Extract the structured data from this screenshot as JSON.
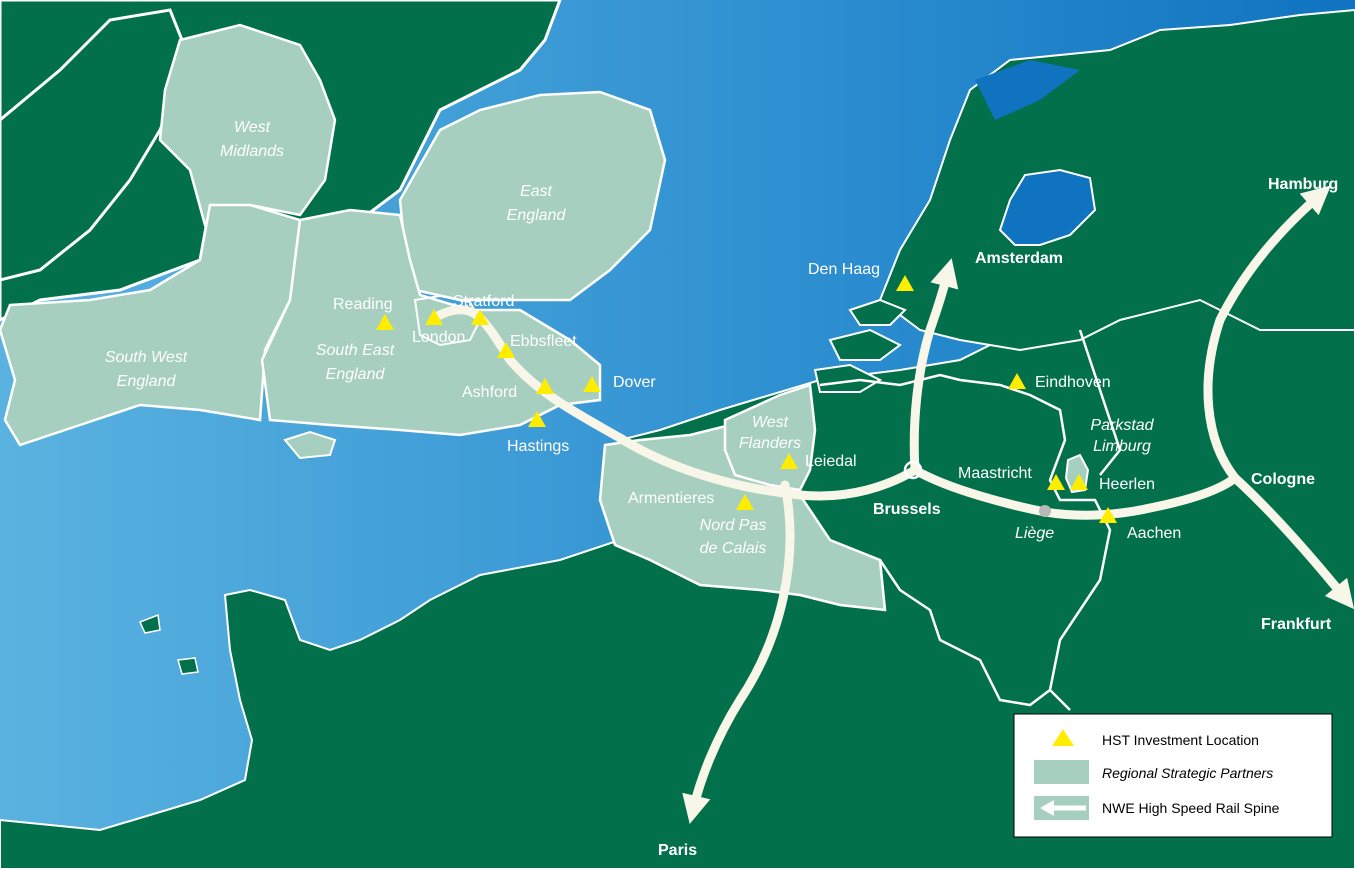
{
  "colors": {
    "land": "#02704a",
    "partner": "#a7cfbf",
    "border": "#ffffff",
    "spine": "#f8f6e8",
    "marker": "#ffed00",
    "sea_light": "#5ab2e0",
    "sea_dark": "#0f73c0"
  },
  "regions": {
    "west_midlands": "West\nMidlands",
    "east_england": "East\nEngland",
    "south_west_england": "South West\nEngland",
    "south_east_england": "South East\nEngland",
    "west_flanders": "West\nFlanders",
    "nord_pas_de_calais": "Nord Pas\nde Calais",
    "parkstad_limburg": "Parkstad\nLimburg"
  },
  "hst_locations": {
    "reading": "Reading",
    "london": "London",
    "stratford": "Stratford",
    "ebbsfleet": "Ebbsfleet",
    "ashford": "Ashford",
    "dover": "Dover",
    "hastings": "Hastings",
    "leiedal": "Leiedal",
    "armentieres": "Armentieres",
    "den_haag": "Den Haag",
    "eindhoven": "Eindhoven",
    "maastricht": "Maastricht",
    "heerlen": "Heerlen",
    "aachen": "Aachen"
  },
  "cities": {
    "amsterdam": "Amsterdam",
    "brussels": "Brussels",
    "hamburg": "Hamburg",
    "cologne": "Cologne",
    "frankfurt": "Frankfurt",
    "paris": "Paris",
    "liege": "Liège"
  },
  "legend": {
    "items": [
      {
        "icon": "triangle-marker-icon",
        "label": "HST Investment Location"
      },
      {
        "icon": "partner-swatch",
        "label": "Regional Strategic Partners"
      },
      {
        "icon": "rail-arrow-icon",
        "label": "NWE High Speed Rail Spine"
      }
    ]
  }
}
